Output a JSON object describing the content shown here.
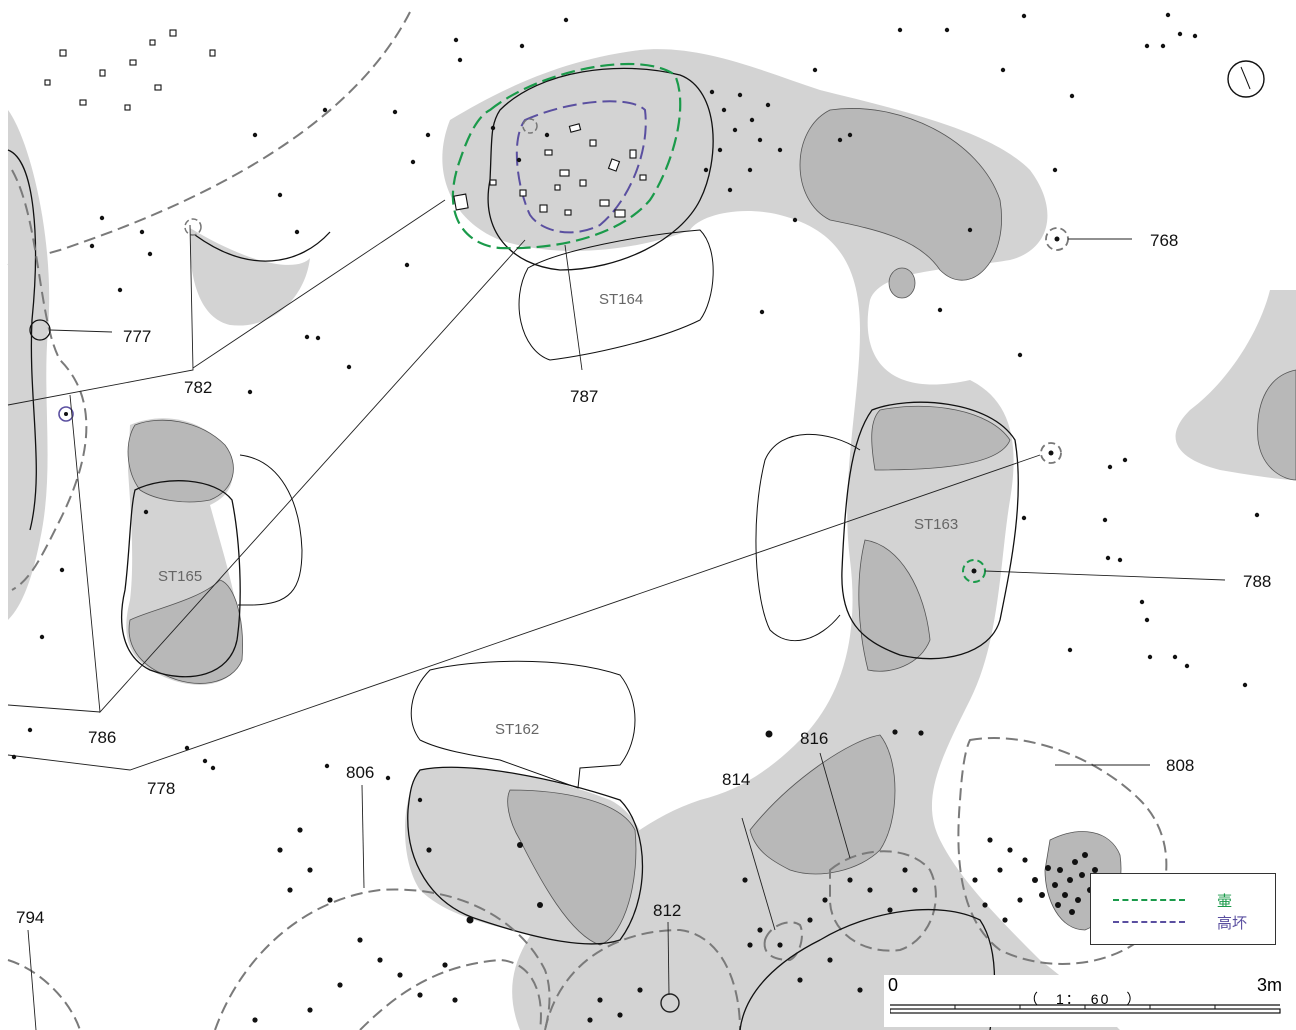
{
  "features": {
    "ST164": "ST164",
    "ST165": "ST165",
    "ST162": "ST162",
    "ST163": "ST163"
  },
  "labels": {
    "l768": "768",
    "l777": "777",
    "l782": "782",
    "l787": "787",
    "l786": "786",
    "l788": "788",
    "l778": "778",
    "l806": "806",
    "l816": "816",
    "l814": "814",
    "l808": "808",
    "l812": "812",
    "l794": "794"
  },
  "legend": {
    "tsubo": {
      "label": "壷",
      "color": "#1a9a4a"
    },
    "takatsuki": {
      "label": "高坏",
      "color": "#5a4fa0"
    }
  },
  "scale": {
    "start": "0",
    "end": "3m",
    "ratio": "（　1：　60　）"
  },
  "north_arrow_icon": "north-arrow-icon"
}
